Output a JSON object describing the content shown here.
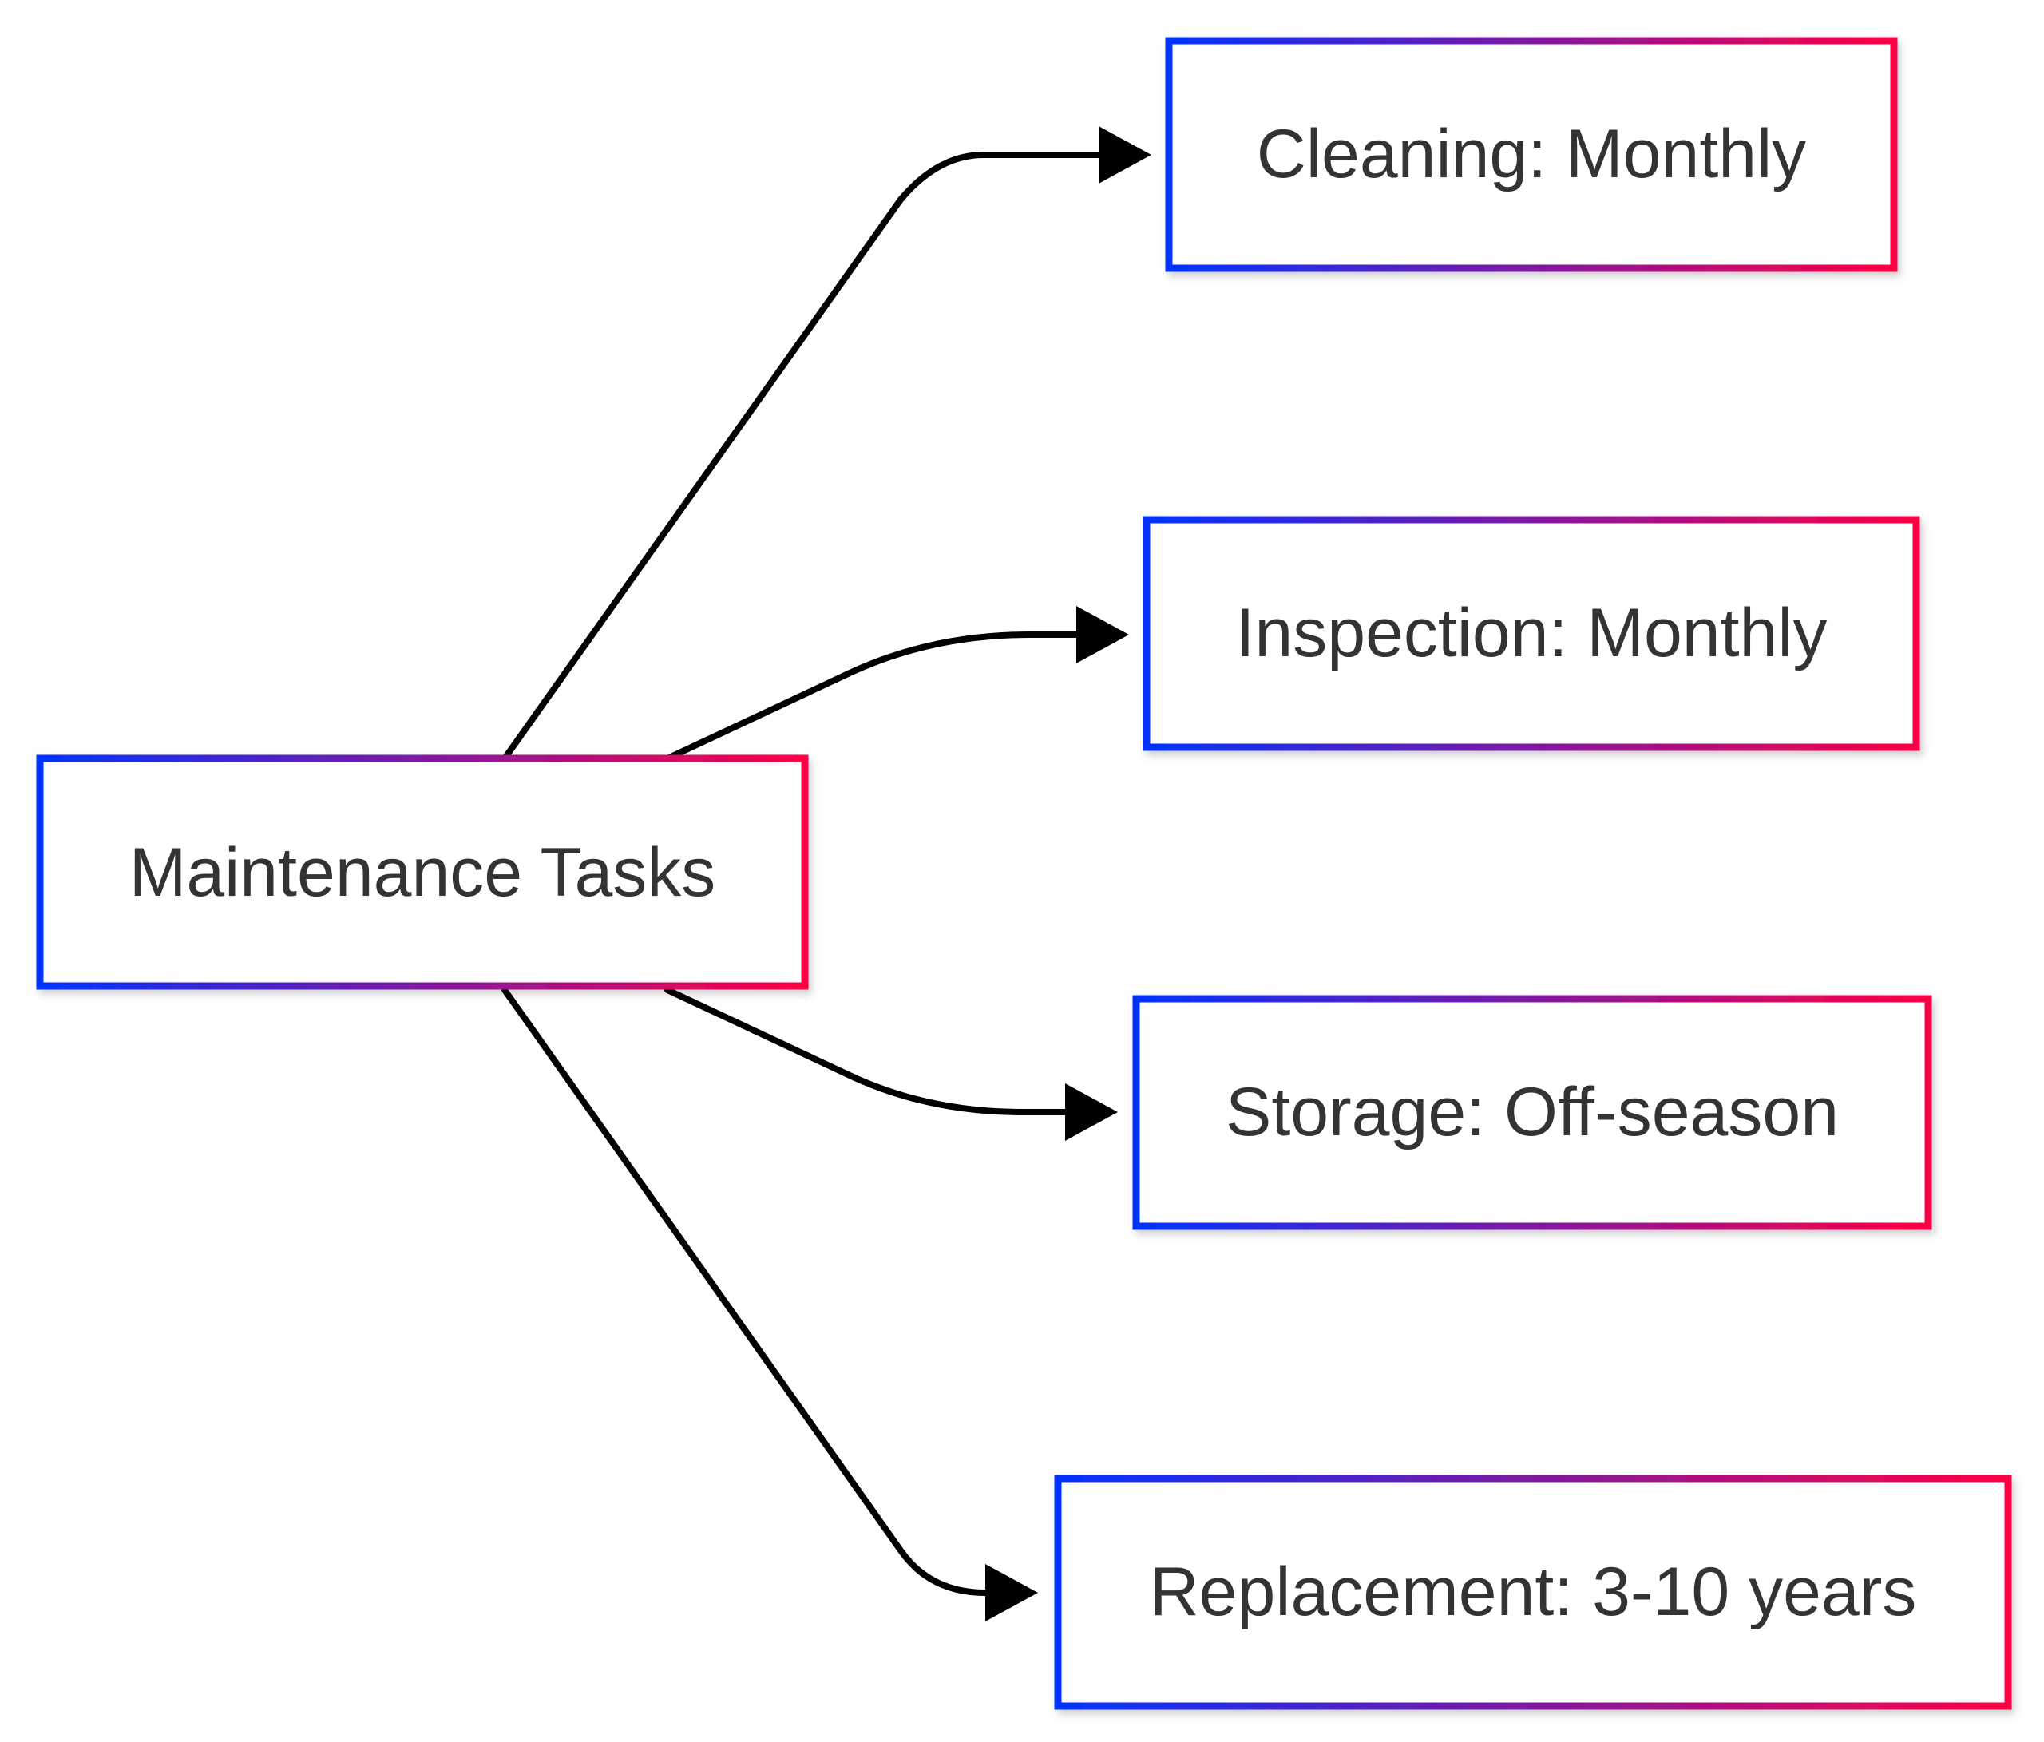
{
  "diagram": {
    "type": "flowchart",
    "direction": "left-to-right",
    "root": {
      "id": "maintenance",
      "label": "Maintenance Tasks"
    },
    "children": [
      {
        "id": "cleaning",
        "label": "Cleaning: Monthly"
      },
      {
        "id": "inspection",
        "label": "Inspection: Monthly"
      },
      {
        "id": "storage",
        "label": "Storage: Off-season"
      },
      {
        "id": "replacement",
        "label": "Replacement: 3-10 years"
      }
    ],
    "edges": [
      {
        "from": "maintenance",
        "to": "cleaning"
      },
      {
        "from": "maintenance",
        "to": "inspection"
      },
      {
        "from": "maintenance",
        "to": "storage"
      },
      {
        "from": "maintenance",
        "to": "replacement"
      }
    ],
    "colors": {
      "border_gradient_start": "#0033ff",
      "border_gradient_end": "#ff0044",
      "text": "#333333",
      "edge": "#000000",
      "background": "#ffffff"
    }
  }
}
